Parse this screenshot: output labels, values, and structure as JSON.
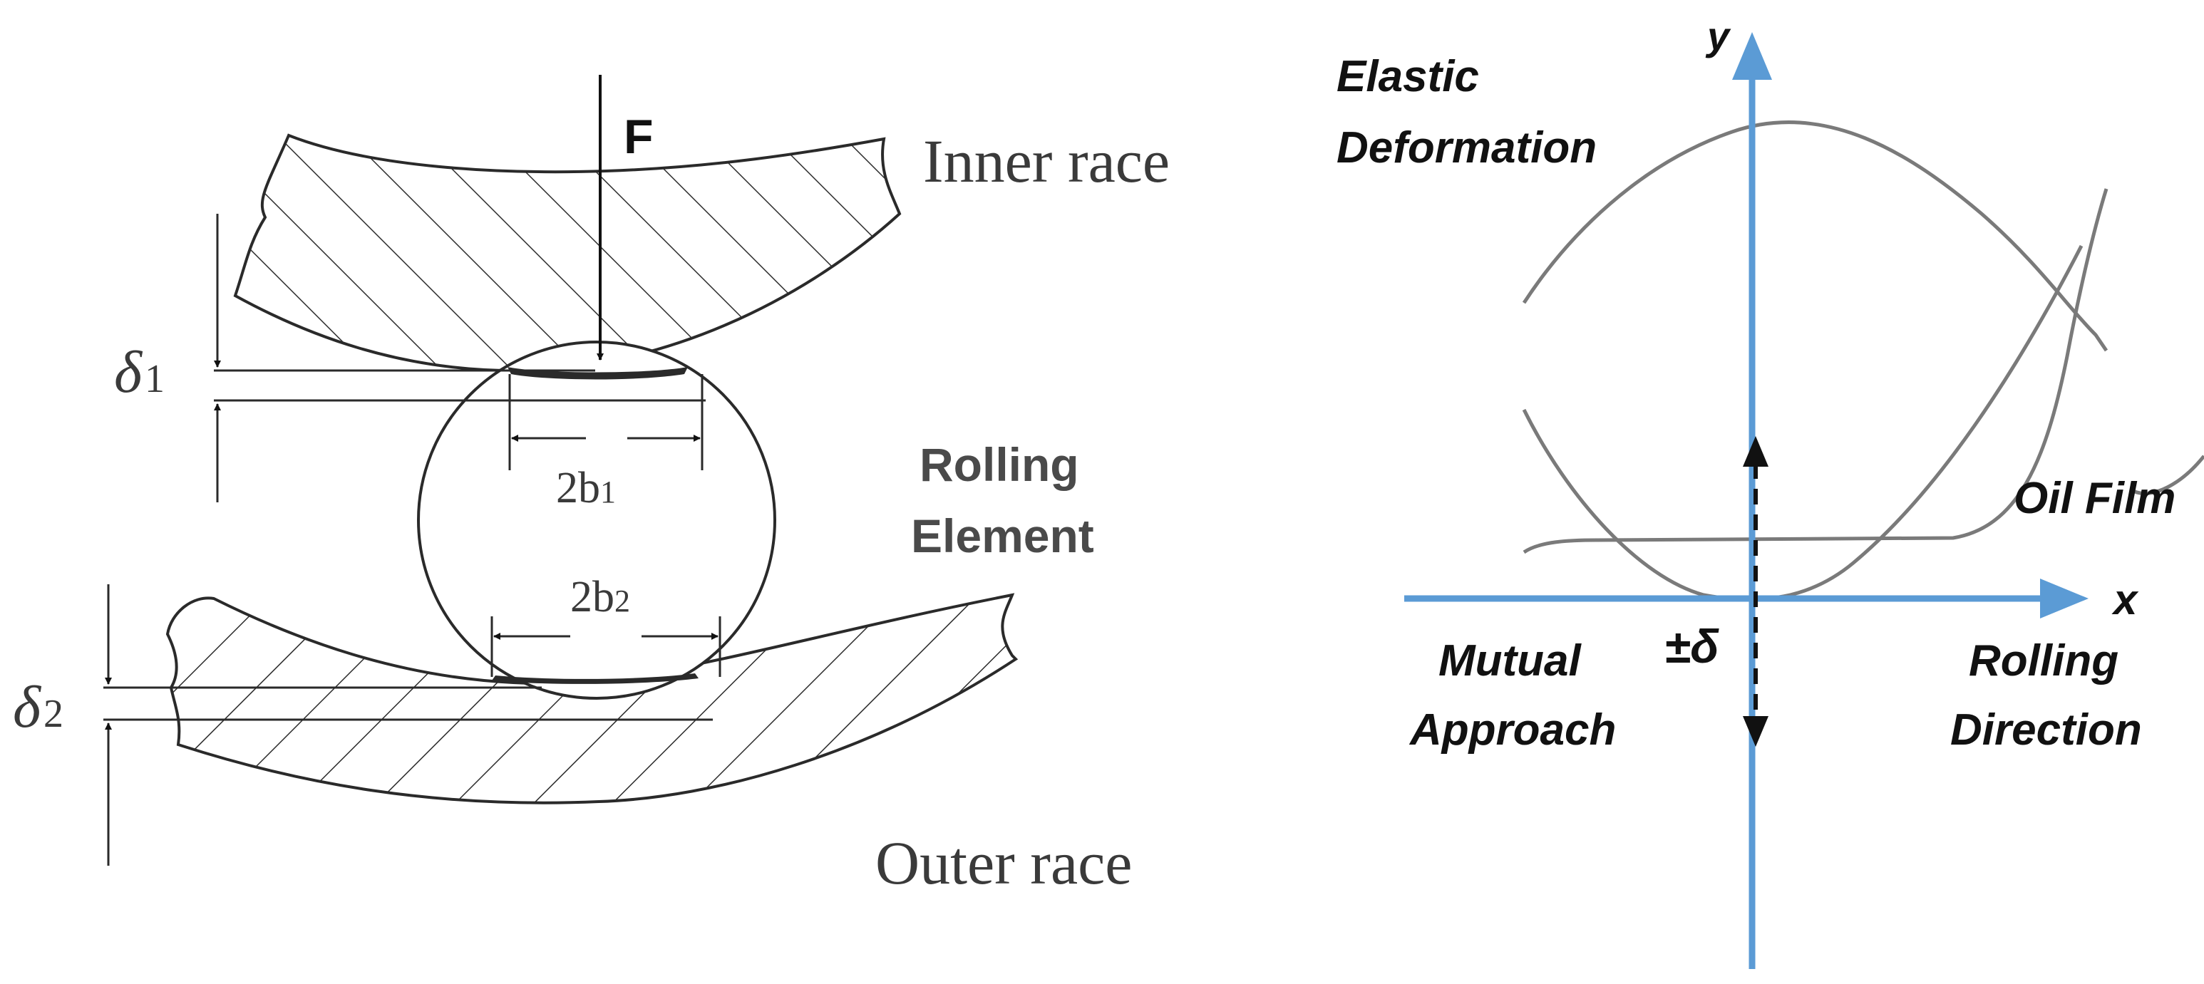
{
  "left_panel": {
    "force_label": "F",
    "inner_race_label": "Inner race",
    "outer_race_label": "Outer race",
    "rolling_element_line1": "Rolling",
    "rolling_element_line2": "Element",
    "delta1_symbol": "δ",
    "delta1_sub": "1",
    "delta2_symbol": "δ",
    "delta2_sub": "2",
    "contact1_main": "2b",
    "contact1_sub": "1",
    "contact2_main": "2b",
    "contact2_sub": "2"
  },
  "right_panel": {
    "y_axis_label": "y",
    "x_axis_label": "x",
    "elastic_line1": "Elastic",
    "elastic_line2": "Deformation",
    "oil_film_label": "Oil Film",
    "mutual_line1": "Mutual",
    "mutual_line2": "Approach",
    "delta_label": "±δ",
    "rolling_dir_line1": "Rolling",
    "rolling_dir_line2": "Direction",
    "axis_color": "#5b9bd5"
  }
}
